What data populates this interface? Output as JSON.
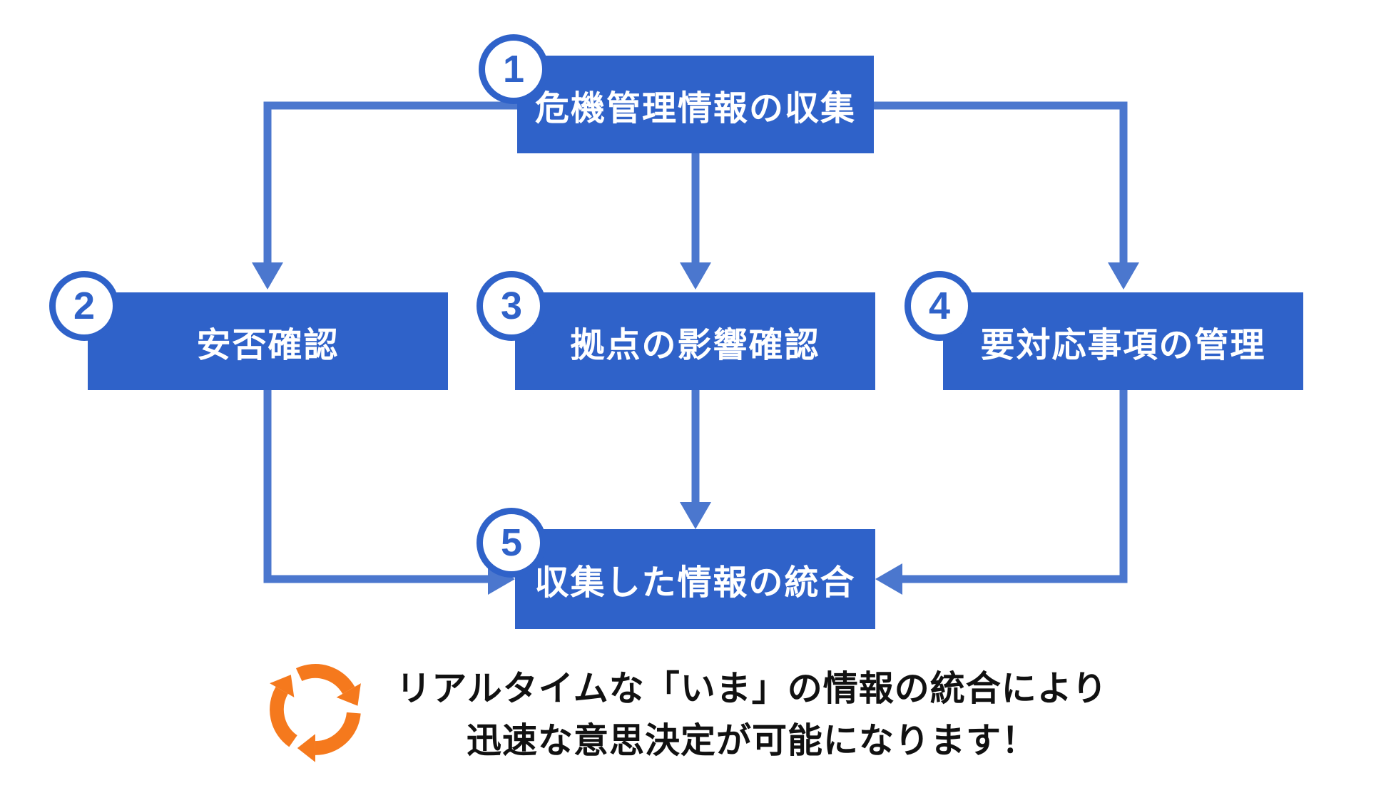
{
  "diagram": {
    "steps": [
      {
        "number": "1",
        "label": "危機管理情報の収集"
      },
      {
        "number": "2",
        "label": "安否確認"
      },
      {
        "number": "3",
        "label": "拠点の影響確認"
      },
      {
        "number": "4",
        "label": "要対応事項の管理"
      },
      {
        "number": "5",
        "label": "収集した情報の統合"
      }
    ],
    "edges": [
      "1→2",
      "1→3",
      "1→4",
      "2→5",
      "3→5",
      "4→5"
    ],
    "caption": {
      "line1": "リアルタイムな「いま」の情報の統合により",
      "line2": "迅速な意思決定が可能になります！"
    },
    "icon": "cycle-arrows-icon"
  },
  "colors": {
    "box-blue": "#2f62c9",
    "connector-blue": "#4b77ce",
    "badge-blue": "#2f62c9",
    "orange": "#f5791d",
    "caption-black": "#111111",
    "bg": "#ffffff"
  }
}
